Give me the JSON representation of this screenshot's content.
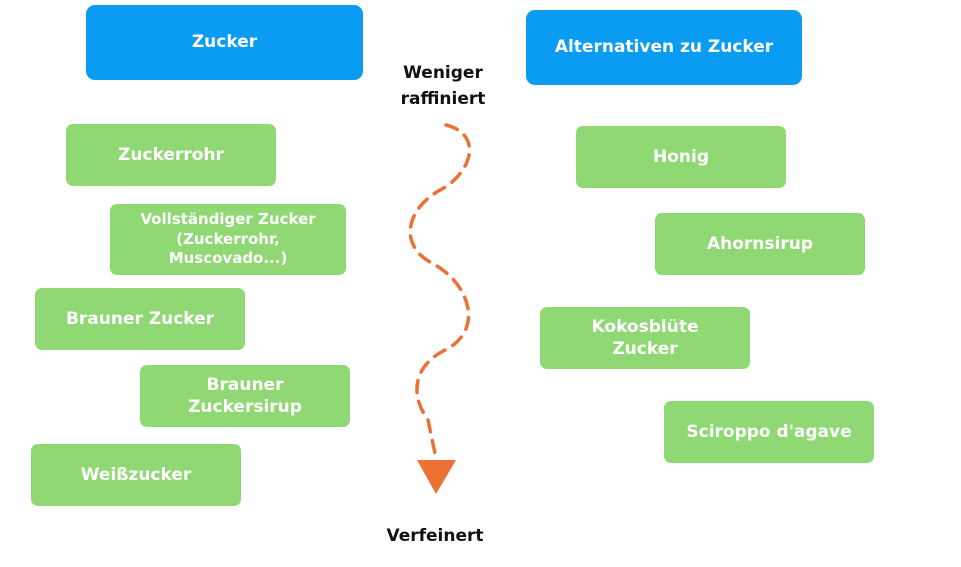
{
  "left_column": {
    "header": "Zucker",
    "items": [
      "Zuckerrohr",
      "Vollständiger Zucker (Zuckerrohr, Muscovado...)",
      "Brauner Zucker",
      "Brauner Zuckersirup",
      "Weißzucker"
    ]
  },
  "right_column": {
    "header": "Alternativen zu Zucker",
    "items": [
      "Honig",
      "Ahornsirup",
      "Kokosblüte Zucker",
      "Sciroppo d'agave"
    ]
  },
  "axis": {
    "top_label": "Weniger raffiniert",
    "bottom_label": "Verfeinert"
  },
  "colors": {
    "header_fill": "#0a9bf2",
    "item_fill": "#8fd873",
    "arrow": "#ec7133"
  }
}
